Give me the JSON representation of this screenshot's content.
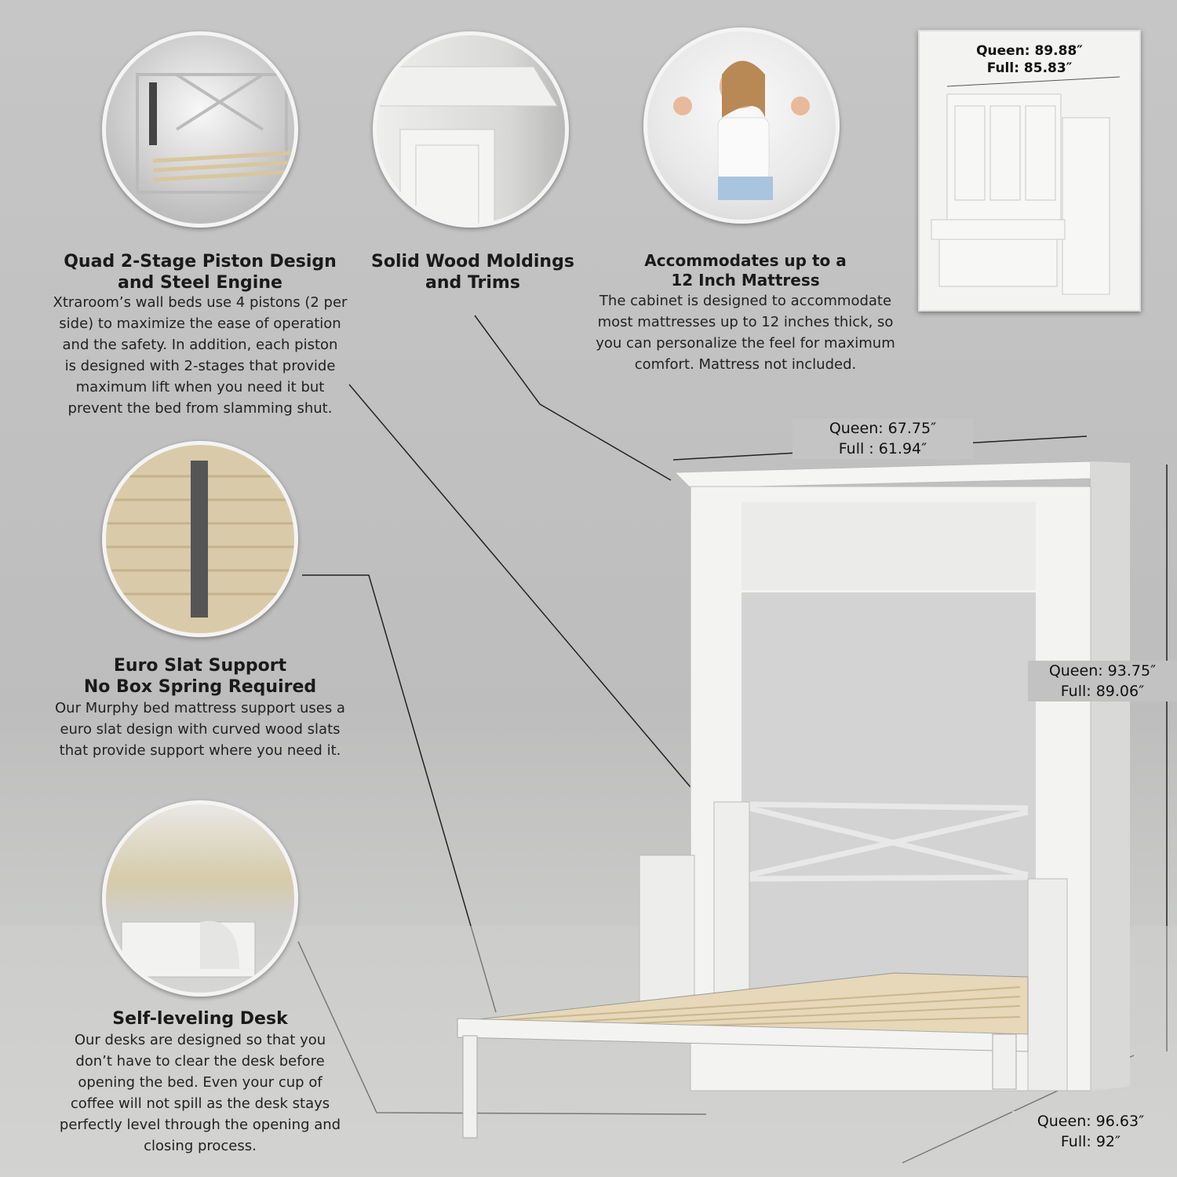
{
  "features": [
    {
      "title_lines": [
        "Quad 2-Stage Piston Design",
        "and Steel Engine"
      ],
      "body_lines": [
        "Xtraroom’s wall beds use 4 pistons (2 per",
        "side) to maximize the ease of operation",
        "and the safety. In addition, each piston",
        "is designed with 2-stages that provide",
        "maximum lift when you need it but",
        "prevent the bed from slamming shut."
      ]
    },
    {
      "title_lines": [
        "Solid Wood Moldings",
        "and Trims"
      ],
      "body_lines": []
    },
    {
      "title_lines": [
        "Accommodates up to a",
        "12 Inch Mattress"
      ],
      "body_lines": [
        "The cabinet is designed to accommodate",
        "most mattresses up to 12 inches thick, so",
        "you can personalize the feel for maximum",
        "comfort. Mattress not included."
      ]
    },
    {
      "title_lines": [
        "Euro Slat Support",
        "No Box Spring Required"
      ],
      "body_lines": [
        "Our Murphy bed mattress support uses a",
        "euro slat design with curved wood slats",
        "that provide support where you need it."
      ]
    },
    {
      "title_lines": [
        "Self-leveling Desk"
      ],
      "body_lines": [
        "Our desks are designed so that you",
        "don’t have to clear the desk before",
        "opening the bed. Even your cup of",
        "coffee will not spill as the desk stays",
        "perfectly level through the opening and",
        "closing process."
      ]
    }
  ],
  "dimensions": {
    "inset": [
      "Queen: 89.88″",
      "Full: 85.83″"
    ],
    "width": [
      "Queen: 67.75″",
      "Full : 61.94″"
    ],
    "height": [
      "Queen: 93.75″",
      "Full: 89.06″"
    ],
    "depth": [
      "Queen: 96.63″",
      "Full: 92″"
    ]
  },
  "colors": {
    "background": "#c4c4c4",
    "cabinet": "#f2f2f0",
    "slat": "#e6d8b8",
    "text": "#1a1a1a"
  }
}
